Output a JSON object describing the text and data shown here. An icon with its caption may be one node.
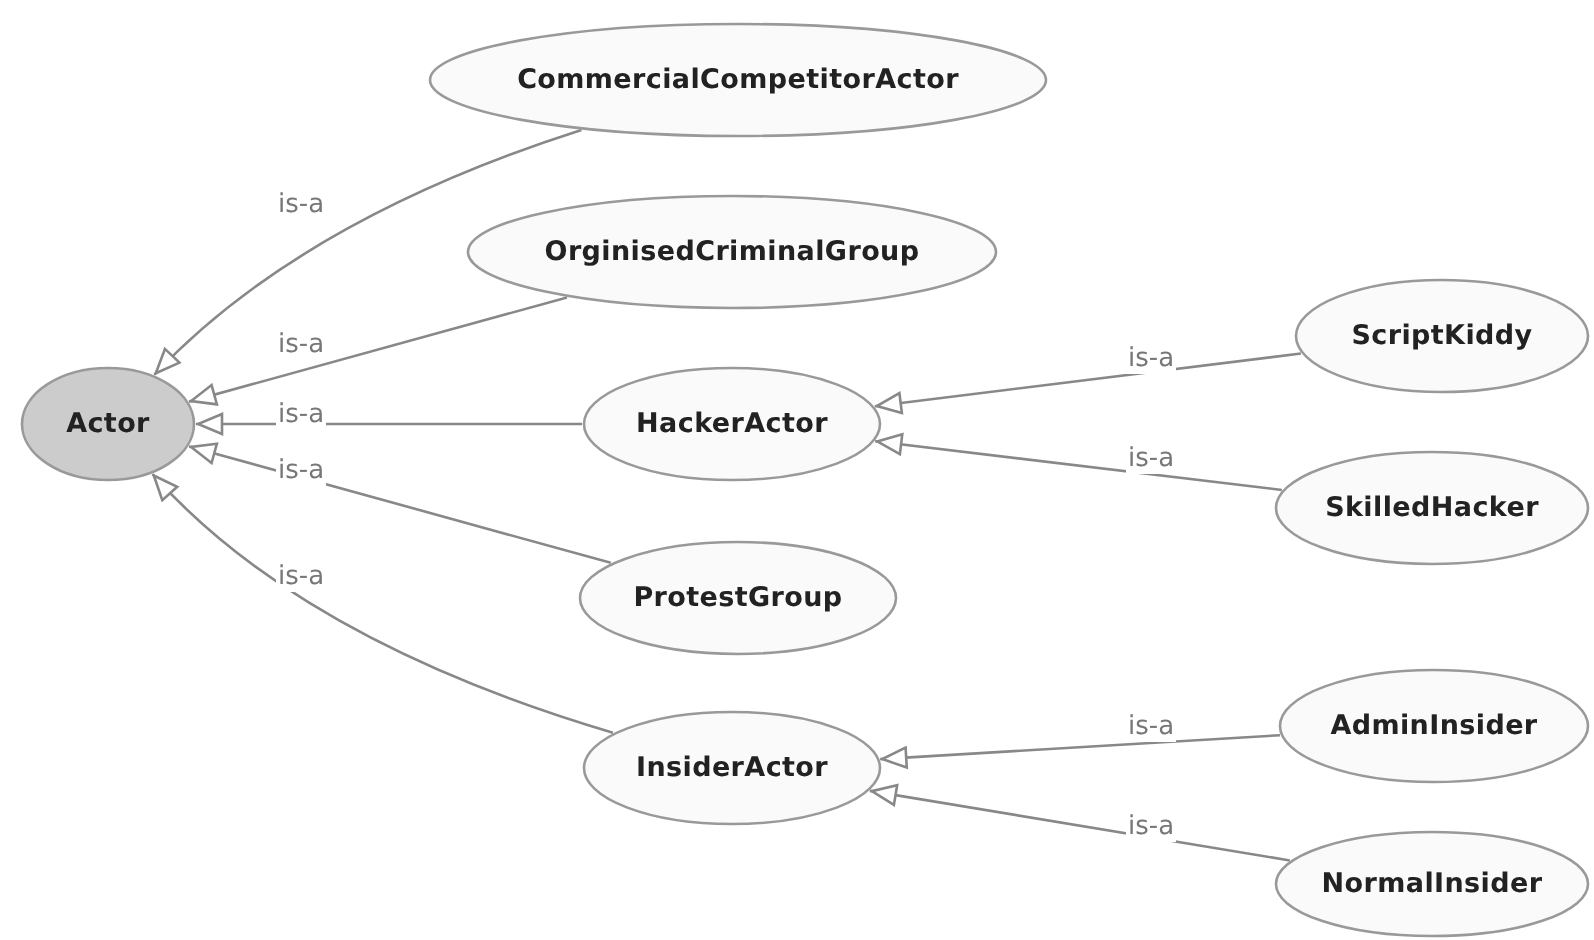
{
  "diagram": {
    "nodes": [
      {
        "text": [
          "Actor"
        ]
      },
      {
        "text": [
          "CommercialCompetitorActor"
        ]
      },
      {
        "text": [
          "OrginisedCriminalGroup"
        ]
      },
      {
        "text": [
          "HackerActor"
        ]
      },
      {
        "text": [
          "ProtestGroup"
        ]
      },
      {
        "text": [
          "InsiderActor"
        ]
      },
      {
        "text": [
          "ScriptKiddy"
        ]
      },
      {
        "text": [
          "SkilledHacker"
        ]
      },
      {
        "text": [
          "AdminInsider"
        ]
      },
      {
        "text": [
          "NormalInsider"
        ]
      }
    ],
    "edges": [
      {
        "from": 1,
        "to": 0,
        "arrow": "to",
        "label": "is-a"
      },
      {
        "from": 2,
        "to": 0,
        "arrow": "to",
        "label": "is-a"
      },
      {
        "from": 3,
        "to": 0,
        "arrow": "to",
        "label": "is-a"
      },
      {
        "from": 4,
        "to": 0,
        "arrow": "to",
        "label": "is-a"
      },
      {
        "from": 5,
        "to": 0,
        "arrow": "to",
        "label": "is-a"
      },
      {
        "from": 6,
        "to": 3,
        "arrow": "to",
        "label": "is-a"
      },
      {
        "from": 7,
        "to": 3,
        "arrow": "to",
        "label": "is-a"
      },
      {
        "from": 8,
        "to": 5,
        "arrow": "to",
        "label": "is-a"
      },
      {
        "from": 9,
        "to": 5,
        "arrow": "to",
        "label": "is-a"
      }
    ]
  }
}
